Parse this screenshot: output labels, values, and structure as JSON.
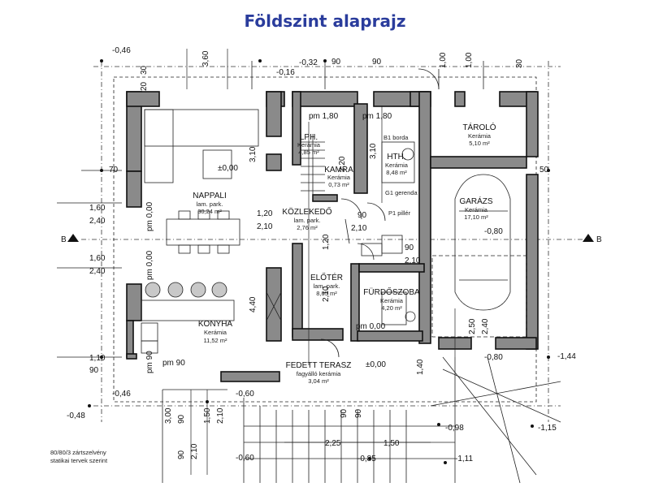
{
  "title": "Földszint alaprajz",
  "rooms": [
    {
      "id": "nappali",
      "name": "NAPPALI",
      "material": "lam. park.",
      "area": "30,24 m²"
    },
    {
      "id": "konyha",
      "name": "KONYHA",
      "material": "Kerámia",
      "area": "11,52 m²"
    },
    {
      "id": "lph",
      "name": "LPH.",
      "material": "Kerámia",
      "area": "4,85 m²"
    },
    {
      "id": "kamra",
      "name": "KAMRA",
      "material": "Kerámia",
      "area": "0,73 m²"
    },
    {
      "id": "hth",
      "name": "HTH.",
      "material": "Kerámia",
      "area": "8,48 m²"
    },
    {
      "id": "kozlekedo",
      "name": "KÖZLEKEDŐ",
      "material": "lam. park.",
      "area": "2,76 m²"
    },
    {
      "id": "eloter",
      "name": "ELŐTÉR",
      "material": "lam. park.",
      "area": "8,05 m²"
    },
    {
      "id": "furdoszoba",
      "name": "FÜRDŐSZOBA",
      "material": "Kerámia",
      "area": "4,20 m²"
    },
    {
      "id": "tarolo",
      "name": "TÁROLÓ",
      "material": "Kerámia",
      "area": "5,10 m²"
    },
    {
      "id": "garazs",
      "name": "GARÁZS",
      "material": "Kerámia",
      "area": "17,10 m²"
    },
    {
      "id": "terasz",
      "name": "FEDETT TERASZ",
      "material": "fagyálló kerámia",
      "area": "3,04 m²"
    }
  ],
  "levels": {
    "nappali_level": "±0,00",
    "garazs_level": "-0,80",
    "eloter_level": "pm 0,00",
    "terasz_level": "±0,00",
    "outside_1": "-0,32",
    "outside_2": "-0,16",
    "outside_3": "-0,46",
    "outside_4": "-0,48",
    "outside_5": "-0,60",
    "outside_6": "-0,60",
    "outside_7": "-0,80",
    "outside_8": "-0,98",
    "outside_9": "-1,15",
    "outside_10": "-1,11",
    "outside_11": "-0,85",
    "outside_12": "-0,46",
    "outside_13": "-1,44"
  },
  "parapets": {
    "pm180_a": "pm 1,80",
    "pm180_b": "pm 1,80",
    "pm000_a": "pm 0,00",
    "pm000_b": "pm 0,00",
    "pm90_a": "pm 90",
    "pm90_b": "pm 90"
  },
  "notes": {
    "b1_borda": "B1 borda",
    "g1_gerenda": "G1 gerenda",
    "p1_piller": "P1 pillér",
    "support_1": "80/80/3 zártszelvény",
    "support_2": "statikai tervek szerint"
  },
  "section_marks": {
    "left": "B",
    "right": "B"
  },
  "dimensions": {
    "top_360": "3,60",
    "top_30": "30",
    "top_20": "20",
    "top_90a": "90",
    "top_90b": "90",
    "top_100a": "1,00",
    "top_100b": "1,00",
    "top_30b": "30",
    "v_310a": "3,10",
    "v_310b": "3,10",
    "v_220": "2,20",
    "v_440": "4,40",
    "v_120": "1,20",
    "v_210": "2,10",
    "v_120b": "1,20",
    "v_210b": "2,10",
    "v_250": "2,50",
    "v_240": "2,40",
    "v_140": "1,40",
    "left_70": "70",
    "left_160a": "1,60",
    "left_240a": "2,40",
    "left_160b": "1,60",
    "left_240b": "2,40",
    "left_110": "1,10",
    "left_90": "90",
    "right_50": "50",
    "h_90a": "90",
    "h_210a": "2,10",
    "h_90b": "90",
    "h_210b": "2,10",
    "b_300": "3,00",
    "b_90a": "90",
    "b_150": "1,50",
    "b_210": "2,10",
    "b_90b": "90",
    "b_225": "2,25",
    "b_150b": "1,50",
    "b_210c": "2,10",
    "b_90c": "90",
    "b_90d": "90"
  }
}
